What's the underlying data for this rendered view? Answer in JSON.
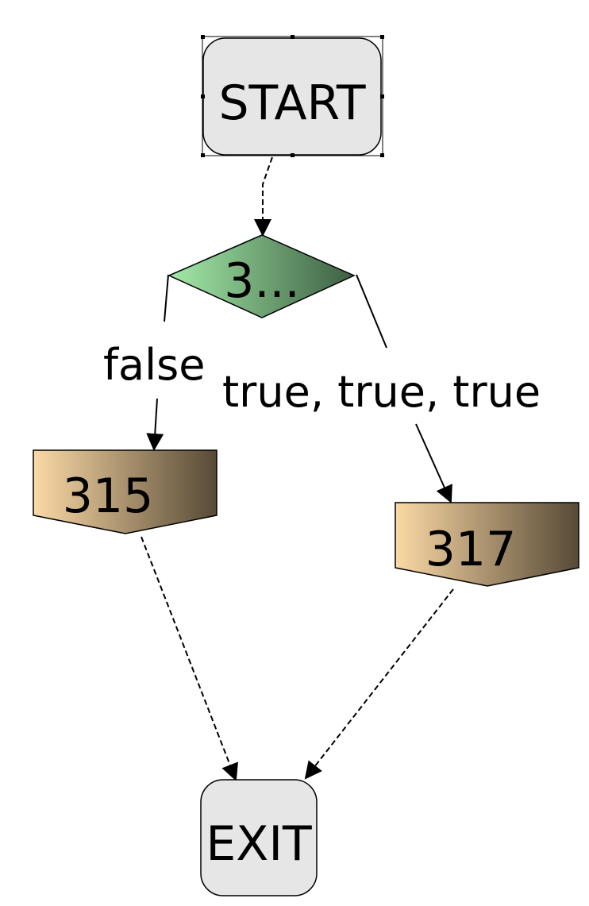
{
  "nodes": {
    "start": {
      "label": "START"
    },
    "decision": {
      "label": "3..."
    },
    "block_false": {
      "label": "315"
    },
    "block_true": {
      "label": "317"
    },
    "exit": {
      "label": "EXIT"
    }
  },
  "edges": {
    "false_label": "false",
    "true_label": "true, true, true"
  },
  "colors": {
    "terminal_fill": "#e6e6e6",
    "decision_light": "#a3eaa8",
    "decision_dark": "#3d5f42",
    "block_light": "#fbd9a6",
    "block_dark": "#574a36",
    "stroke": "#000000"
  }
}
